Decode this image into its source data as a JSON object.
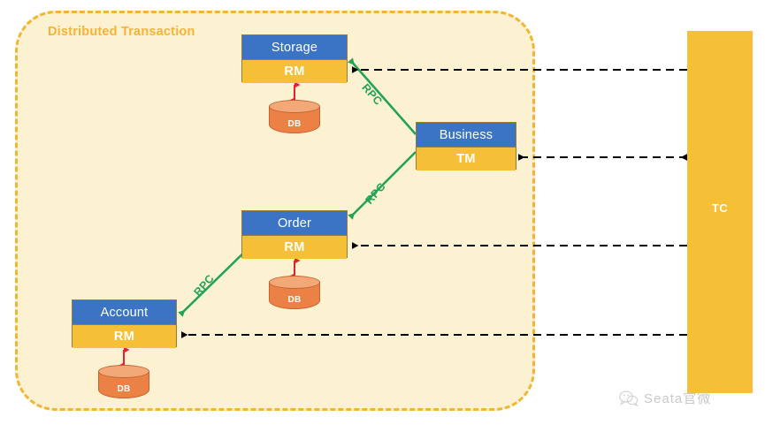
{
  "diagram": {
    "container": {
      "title": "Distributed Transaction"
    },
    "services": [
      {
        "name": "Storage",
        "role": "RM",
        "db": "DB"
      },
      {
        "name": "Business",
        "role": "TM",
        "db": null
      },
      {
        "name": "Order",
        "role": "RM",
        "db": "DB"
      },
      {
        "name": "Account",
        "role": "RM",
        "db": "DB"
      }
    ],
    "coordinator": {
      "label": "TC"
    },
    "rpc_labels": [
      "RPC",
      "RPC",
      "RPC"
    ],
    "watermark": {
      "icon": "wechat-icon",
      "text": "Seata官微"
    },
    "colors": {
      "service_header": "#3b74c4",
      "service_role": "#f6bf38",
      "container_fill": "#fcf2d2",
      "container_border": "#f2b433",
      "rpc_line": "#23a455",
      "db_fill": "#ec8145",
      "db_arrow": "#e8202a",
      "tc_fill": "#f6bf38",
      "rpc_arrow": "#000000"
    }
  }
}
